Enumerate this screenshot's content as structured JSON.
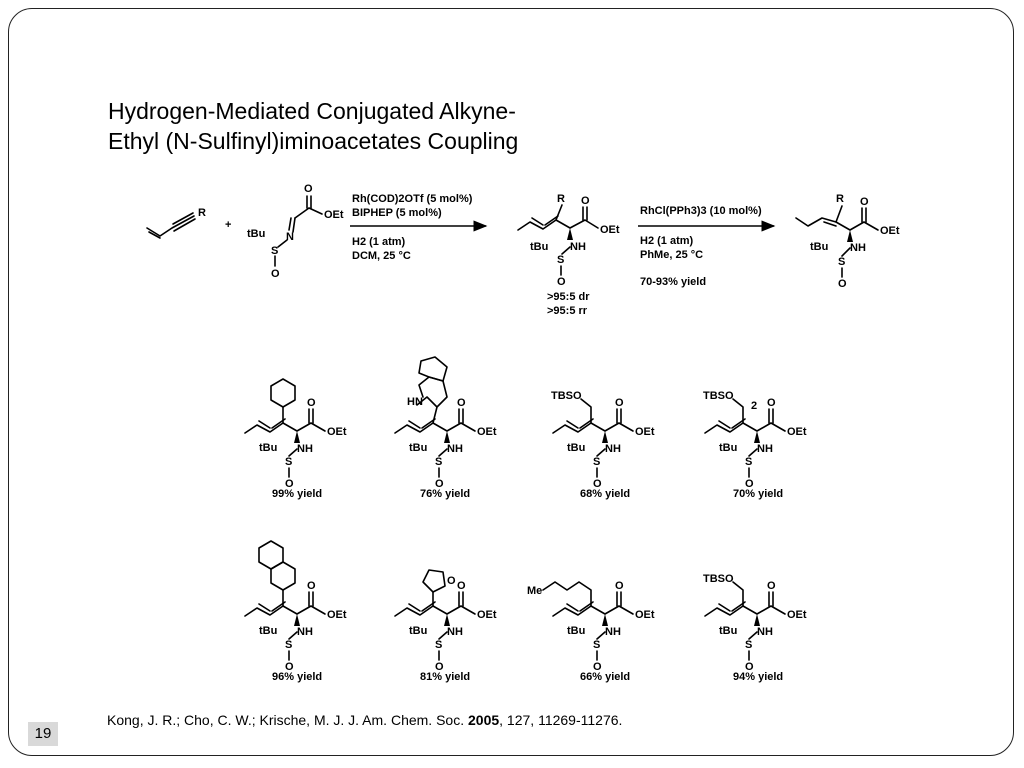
{
  "title": {
    "line1": "Hydrogen-Mediated Conjugated Alkyne-",
    "line2": "Ethyl (N-Sulfinyl)iminoacetates Coupling"
  },
  "scheme": {
    "plus": "+",
    "arrow1_above": [
      "Rh(COD)2OTf (5 mol%)",
      "BIPHEP (5 mol%)"
    ],
    "arrow1_below": [
      "H2 (1 atm)",
      "DCM, 25 °C"
    ],
    "arrow2_above": [
      "RhCl(PPh3)3 (10 mol%)"
    ],
    "arrow2_below": [
      "H2 (1 atm)",
      "PhMe, 25 °C",
      "70-93% yield"
    ],
    "selectivity": [
      ">95:5 dr",
      ">95:5 rr"
    ],
    "labels": {
      "R": "R",
      "O": "O",
      "OEt": "OEt",
      "tBu": "tBu",
      "S": "S",
      "N": "N",
      "NH": "NH"
    }
  },
  "products": [
    {
      "substituent": "phenyl",
      "yield": "99% yield"
    },
    {
      "substituent": "indol-2-yl",
      "label": "HN",
      "yield": "76% yield"
    },
    {
      "substituent": "CH2OTBS",
      "label": "TBSO",
      "yield": "68% yield"
    },
    {
      "substituent": "(CH2)2OTBS",
      "label": "TBSO",
      "sub": "2",
      "yield": "70% yield"
    },
    {
      "substituent": "2-naphthyl",
      "yield": "96% yield"
    },
    {
      "substituent": "2-furyl",
      "label": "O",
      "yield": "81% yield"
    },
    {
      "substituent": "n-hexyl",
      "label": "Me",
      "yield": "66% yield"
    },
    {
      "substituent": "CH2OTBS",
      "label": "TBSO",
      "yield": "94% yield"
    }
  ],
  "citation": {
    "authors": "Kong, J. R.; Cho, C. W.; Krische, M. J. J. Am. Chem. Soc.",
    "year": "2005",
    "rest": ", 127, 11269-11276."
  },
  "slide_number": "19"
}
